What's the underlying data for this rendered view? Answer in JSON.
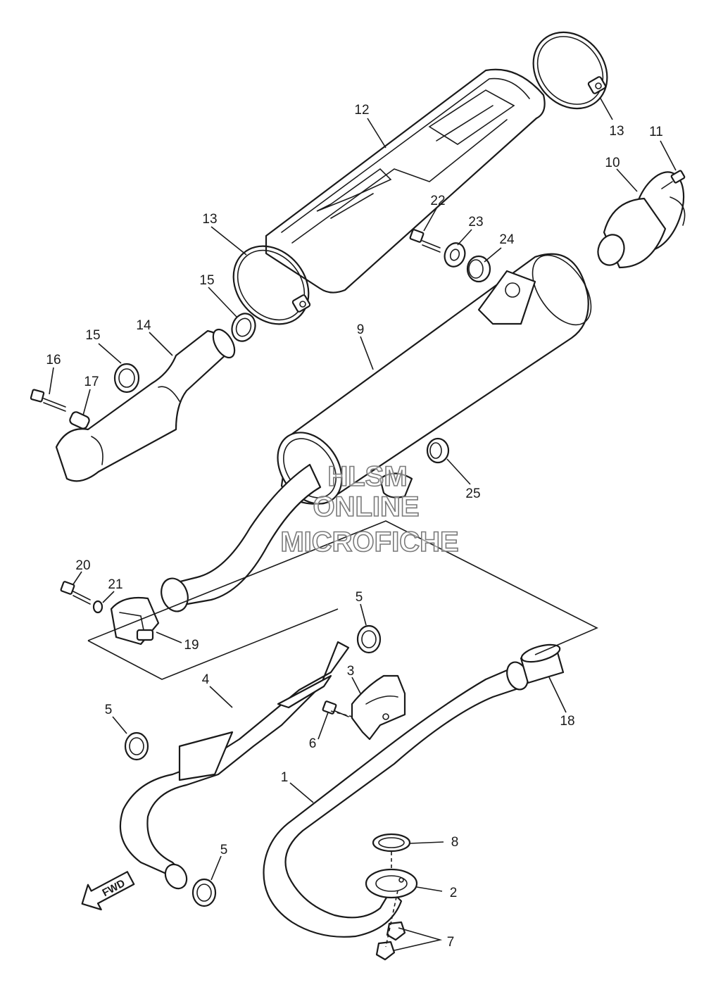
{
  "callouts": {
    "n1": "1",
    "n2": "2",
    "n3": "3",
    "n4": "4",
    "n5a": "5",
    "n5b": "5",
    "n5c": "5",
    "n6": "6",
    "n7": "7",
    "n8": "8",
    "n9": "9",
    "n10": "10",
    "n11": "11",
    "n12": "12",
    "n13a": "13",
    "n13b": "13",
    "n14": "14",
    "n15a": "15",
    "n15b": "15",
    "n16": "16",
    "n17": "17",
    "n18": "18",
    "n19": "19",
    "n20": "20",
    "n21": "21",
    "n22": "22",
    "n23": "23",
    "n24": "24",
    "n25": "25"
  },
  "watermark": {
    "line1": "HLSM",
    "line2": "ONLINE",
    "line3": "MICROFICHE"
  },
  "direction_arrow": {
    "label": "FWD"
  },
  "colors": {
    "ink": "#1a1a1a",
    "paper": "#ffffff",
    "watermark_outline": "#7a7a7a"
  }
}
